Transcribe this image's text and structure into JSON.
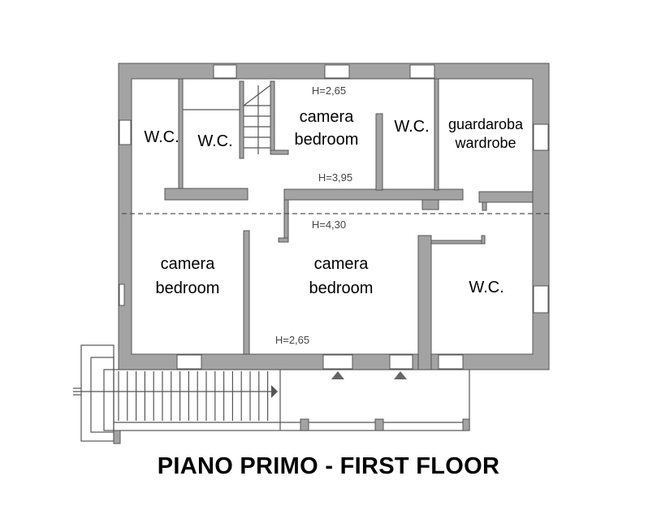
{
  "title": "PIANO PRIMO - FIRST FLOOR",
  "rooms": [
    {
      "lines": [
        "W.C."
      ]
    },
    {
      "lines": [
        "W.C."
      ]
    },
    {
      "lines": [
        "camera",
        "bedroom"
      ]
    },
    {
      "lines": [
        "W.C."
      ]
    },
    {
      "lines": [
        "guardaroba",
        "wardrobe"
      ]
    },
    {
      "lines": [
        "camera",
        "bedroom"
      ]
    },
    {
      "lines": [
        "camera",
        "bedroom"
      ]
    },
    {
      "lines": [
        "W.C."
      ]
    }
  ],
  "heights": [
    "H=2,65",
    "H=3,95",
    "H=4,30",
    "H=2,65"
  ],
  "colors": {
    "wall": "#a3a3a3",
    "line": "#555555"
  }
}
